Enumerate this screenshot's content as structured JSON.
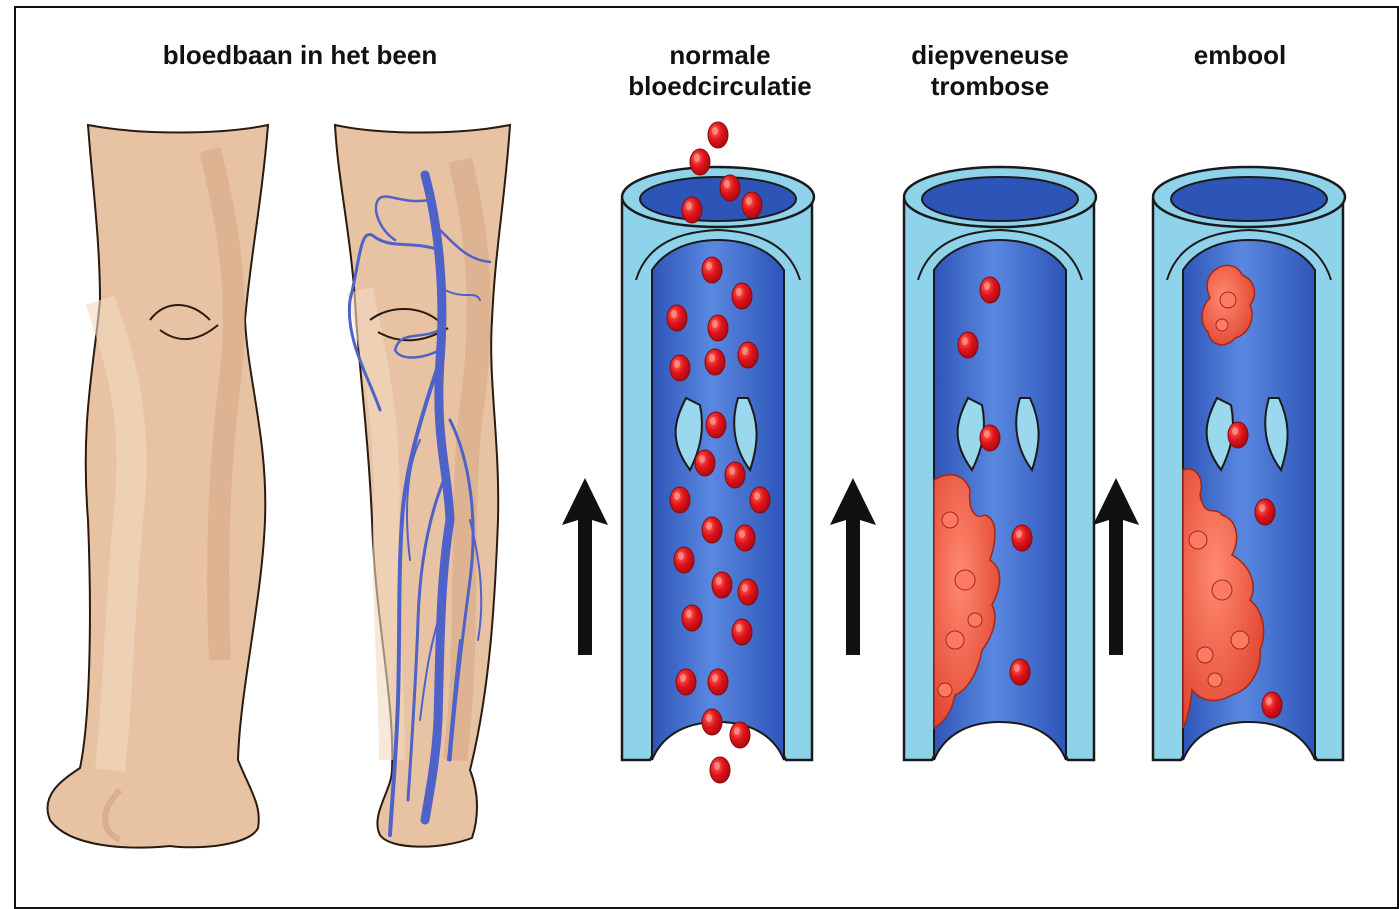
{
  "titles": {
    "leg": "bloedbaan in het been",
    "normal_line1": "normale",
    "normal_line2": "bloedcirculatie",
    "dvt_line1": "diepveneuse",
    "dvt_line2": "trombose",
    "embolus": "embool"
  },
  "colors": {
    "skin": "#e8c3a3",
    "skin_shadow": "#d4a585",
    "skin_light": "#f2d8c2",
    "vein": "#4e62c8",
    "vessel_wall": "#8fd3ea",
    "vessel_outline": "#1a1a1a",
    "lumen_blue": "#3f6fd0",
    "lumen_light": "#6e98e6",
    "blood_cell": "#e1151b",
    "clot": "#ee5540",
    "arrow": "#111111"
  }
}
